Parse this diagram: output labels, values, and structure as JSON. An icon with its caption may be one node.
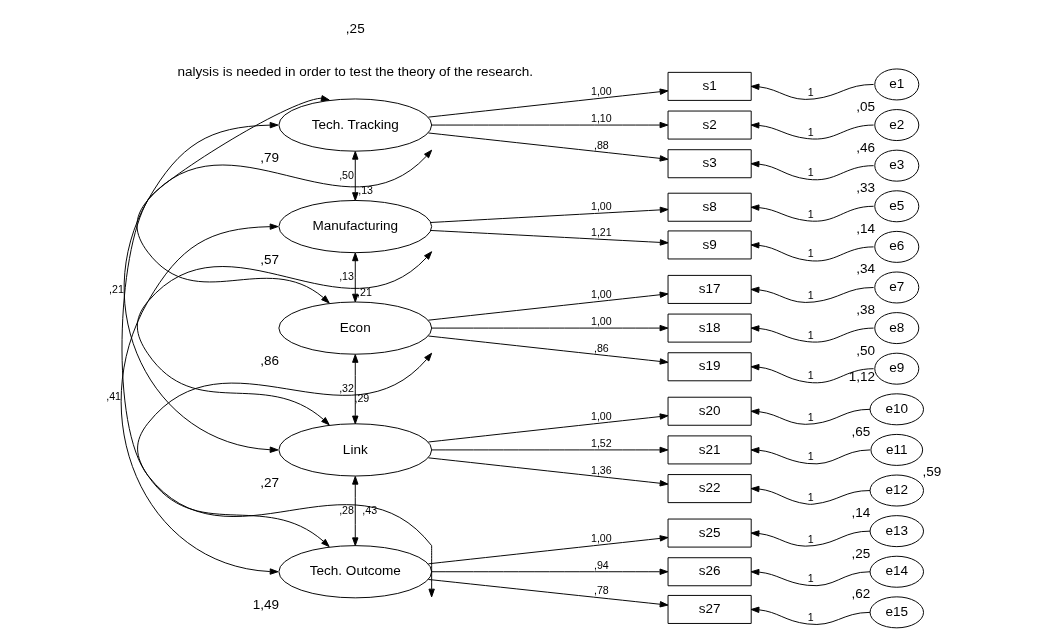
{
  "diagram": {
    "nodes": [
      {
        "text": [
          "Tech. Tracking"
        ],
        "beside": [
          ",79"
        ]
      },
      {
        "text": [
          "Manufacturing"
        ],
        "beside": [
          ",57"
        ]
      },
      {
        "text": [
          "Econ"
        ],
        "beside": [
          ",86"
        ]
      },
      {
        "text": [
          "Link"
        ],
        "beside": [
          ",27"
        ]
      },
      {
        "text": [
          "Tech. Outcome"
        ],
        "beside": [
          "1,49"
        ]
      },
      {
        "text": [
          "s1"
        ]
      },
      {
        "text": [
          "s2"
        ]
      },
      {
        "text": [
          "s3"
        ]
      },
      {
        "text": [
          "s8"
        ]
      },
      {
        "text": [
          "s9"
        ]
      },
      {
        "text": [
          "s17"
        ]
      },
      {
        "text": [
          "s18"
        ]
      },
      {
        "text": [
          "s19"
        ]
      },
      {
        "text": [
          "s20"
        ]
      },
      {
        "text": [
          "s21"
        ]
      },
      {
        "text": [
          "s22"
        ]
      },
      {
        "text": [
          "s25"
        ]
      },
      {
        "text": [
          "s26"
        ]
      },
      {
        "text": [
          "s27"
        ]
      },
      {
        "text": [
          "e1"
        ],
        "beside": [
          ",05"
        ]
      },
      {
        "text": [
          "e2"
        ],
        "beside": [
          ",46"
        ]
      },
      {
        "text": [
          "e3"
        ],
        "beside": [
          ",33"
        ]
      },
      {
        "text": [
          "e5"
        ],
        "beside": [
          ",14"
        ]
      },
      {
        "text": [
          "e6"
        ],
        "beside": [
          ",34"
        ]
      },
      {
        "text": [
          "e7"
        ],
        "beside": [
          ",38"
        ]
      },
      {
        "text": [
          "e8"
        ],
        "beside": [
          ",50"
        ]
      },
      {
        "text": [
          "e9"
        ],
        "beside": [
          "1,12"
        ]
      },
      {
        "text": [
          "e10"
        ],
        "beside": [
          ",65"
        ]
      },
      {
        "text": [
          "e11"
        ],
        "beside": [
          ",59"
        ]
      },
      {
        "text": [
          "e12"
        ],
        "beside": [
          ",14"
        ]
      },
      {
        "text": [
          "e13"
        ],
        "beside": [
          ",25"
        ]
      },
      {
        "text": [
          "e14"
        ],
        "beside": [
          ",62"
        ]
      },
      {
        "text": [
          "e15"
        ]
      }
    ],
    "edges": [
      {
        "from": 0,
        "to": 5,
        "arrow": "to",
        "label": "1,00"
      },
      {
        "from": 0,
        "to": 6,
        "arrow": "to",
        "label": "1,10"
      },
      {
        "from": 0,
        "to": 7,
        "arrow": "to",
        "label": ",88"
      },
      {
        "from": 1,
        "to": 8,
        "arrow": "to",
        "label": "1,00"
      },
      {
        "from": 1,
        "to": 9,
        "arrow": "to",
        "label": "1,21"
      },
      {
        "from": 2,
        "to": 10,
        "arrow": "to",
        "label": "1,00"
      },
      {
        "from": 2,
        "to": 11,
        "arrow": "to",
        "label": "1,00"
      },
      {
        "from": 2,
        "to": 12,
        "arrow": "to",
        "label": ",86"
      },
      {
        "from": 3,
        "to": 13,
        "arrow": "to",
        "label": "1,00"
      },
      {
        "from": 3,
        "to": 14,
        "arrow": "to",
        "label": "1,52"
      },
      {
        "from": 3,
        "to": 15,
        "arrow": "to",
        "label": "1,36"
      },
      {
        "from": 4,
        "to": 16,
        "arrow": "to",
        "label": "1,00"
      },
      {
        "from": 4,
        "to": 17,
        "arrow": "to",
        "label": ",94"
      },
      {
        "from": 4,
        "to": 18,
        "arrow": "to",
        "label": ",78"
      },
      {
        "from": 19,
        "to": 5,
        "arrow": "to",
        "label": "1"
      },
      {
        "from": 20,
        "to": 6,
        "arrow": "to",
        "label": "1"
      },
      {
        "from": 21,
        "to": 7,
        "arrow": "to",
        "label": "1"
      },
      {
        "from": 22,
        "to": 8,
        "arrow": "to",
        "label": "1"
      },
      {
        "from": 23,
        "to": 9,
        "arrow": "to",
        "label": "1"
      },
      {
        "from": 24,
        "to": 10,
        "arrow": "to",
        "label": "1"
      },
      {
        "from": 25,
        "to": 11,
        "arrow": "to",
        "label": "1"
      },
      {
        "from": 26,
        "to": 12,
        "arrow": "to",
        "label": "1"
      },
      {
        "from": 27,
        "to": 13,
        "arrow": "to",
        "label": "1"
      },
      {
        "from": 28,
        "to": 14,
        "arrow": "to",
        "label": "1"
      },
      {
        "from": 29,
        "to": 15,
        "arrow": "to",
        "label": "1"
      },
      {
        "from": 30,
        "to": 16,
        "arrow": "to",
        "label": "1"
      },
      {
        "from": 31,
        "to": 17,
        "arrow": "to",
        "label": "1"
      },
      {
        "from": 32,
        "to": 18,
        "arrow": "to",
        "label": "1"
      },
      {
        "from": 0,
        "to": 1,
        "arrow": "both",
        "label": ",50"
      },
      {
        "from": 0,
        "to": 2,
        "arrow": "both",
        "label": ",13"
      },
      {
        "from": 0,
        "to": 3,
        "arrow": "both",
        "label": ",21"
      },
      {
        "from": 0,
        "to": 4,
        "arrow": "both",
        "label": ",43"
      },
      {
        "from": 1,
        "to": 2,
        "arrow": "both",
        "label": ",13"
      },
      {
        "from": 1,
        "to": 3,
        "arrow": "both",
        "label": ",21"
      },
      {
        "from": 1,
        "to": 4,
        "arrow": "both",
        "label": ",41"
      },
      {
        "from": 2,
        "to": 3,
        "arrow": "both",
        "label": ",32"
      },
      {
        "from": 2,
        "to": 4,
        "arrow": "both",
        "label": ",29"
      },
      {
        "from": 3,
        "to": 4,
        "arrow": "both",
        "label": ",28"
      }
    ],
    "labels": [
      "nalysis is needed in order to test the theory of the research.",
      ",25"
    ]
  }
}
